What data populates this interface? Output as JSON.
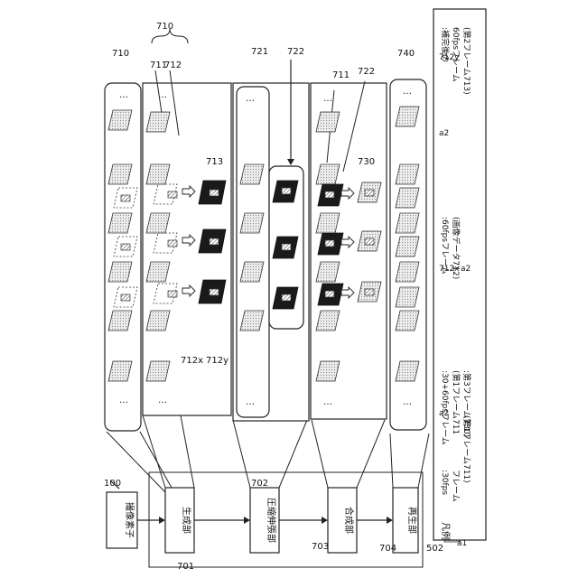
{
  "title": "",
  "refs": {
    "r100": "100",
    "r502": "502",
    "r701": "701",
    "r702": "702",
    "r703": "703",
    "r704": "704",
    "r710": "710",
    "r711": "711",
    "r712": "712",
    "r712x": "712x",
    "r712y": "712y",
    "r713": "713",
    "r721": "721",
    "r722": "722",
    "r730": "730",
    "r740": "740",
    "a1": "a1",
    "a2": "a2"
  },
  "blocks": {
    "sensor": "撮像素子",
    "generator": "生成部",
    "codec": "圧縮伸張部",
    "combiner": "合成部",
    "player": "再生部"
  },
  "legend": {
    "title": "凡例",
    "item1_l1": ":30fps",
    "item1_l2": "フレーム",
    "item1_l3": "(第1フレーム711)",
    "item2_l1": ":30+60fpsフレーム",
    "item2_l2": "(第1フレーム711",
    "item2_l3": ":第3フレーム730)",
    "item3_l1": ":60fpsフレーム",
    "item3_l2": "(画像データ712)",
    "item4_l1": ":補完後の",
    "item4_l2": "60fpsフレーム",
    "item4_l3": "(第2フレーム713)"
  },
  "ellipsis": "…",
  "colors": {
    "frame_fill": "#d6d6d6",
    "dark_frame": "#1a1a1a",
    "line": "#222222"
  }
}
